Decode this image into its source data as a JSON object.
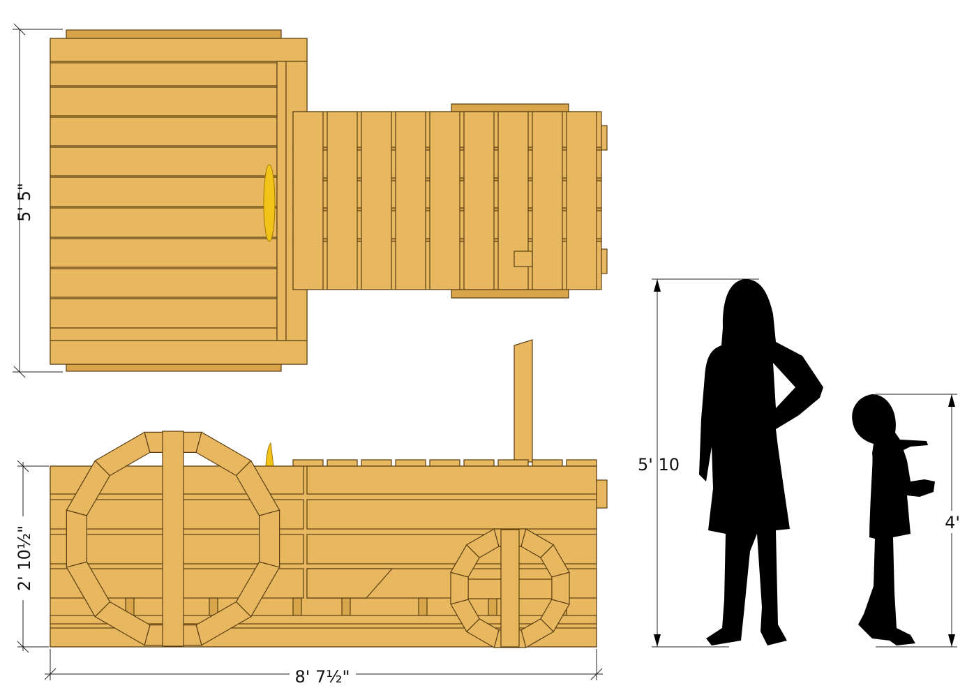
{
  "title": "Tractor playhouse dimension drawing",
  "dimensions": {
    "top_view_depth": "5' 5\"",
    "side_view_height": "2' 10½\"",
    "overall_length": "8' 7½\"",
    "adult_height": "5' 10",
    "child_height": "4'"
  },
  "colors": {
    "wood": "#e8b860",
    "wood_edge": "#5a3d12",
    "steering_wheel": "#f2c318",
    "silhouette": "#000000"
  }
}
